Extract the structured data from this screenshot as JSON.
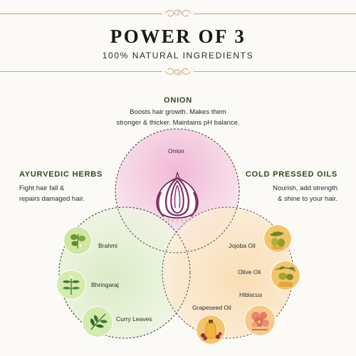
{
  "header": {
    "title": "POWER OF 3",
    "subtitle": "100% NATURAL INGREDIENTS"
  },
  "onion": {
    "heading": "ONION",
    "desc_line1": "Boosts hair growth. Makes them",
    "desc_line2": "stronger & thicker. Maintains pH balance.",
    "label": "Onion"
  },
  "herbs": {
    "heading": "AYURVEDIC HERBS",
    "desc_line1": "Fight hair fall &",
    "desc_line2": "repairs damaged hair.",
    "items": [
      "Brahmi",
      "Bhringaraj",
      "Curry Leaves"
    ]
  },
  "oils": {
    "heading": "COLD PRESSED OILS",
    "desc_line1": "Nourish, add strength",
    "desc_line2": "& shine to your hair.",
    "items": [
      "Jojoba Oil",
      "Olive Oil",
      "Hibiscus",
      "Grapeseed Oil"
    ]
  },
  "colors": {
    "accent_gold": "#c9a571",
    "heading_green": "#2f4a1e",
    "onion_pink": "#f3c6dc",
    "herb_green": "#d9ecc2",
    "oil_peach": "#f8dcae"
  }
}
